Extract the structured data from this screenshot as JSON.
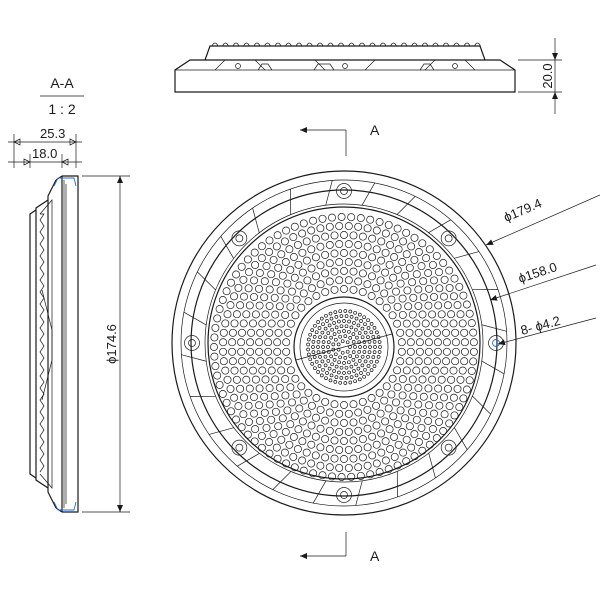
{
  "section_view": {
    "label": "A-A",
    "scale": "1 : 2",
    "dim_total_depth": "25.3",
    "dim_depth": "18.0",
    "dim_height": "ϕ174.6"
  },
  "top_view": {
    "dim_thickness": "20.0"
  },
  "front_view": {
    "dim_outer_diameter": "ϕ179.4",
    "dim_grille_diameter": "ϕ158.0",
    "dim_holes": "8- ϕ4.2",
    "cut_label_top": "A",
    "cut_label_bottom": "A"
  }
}
